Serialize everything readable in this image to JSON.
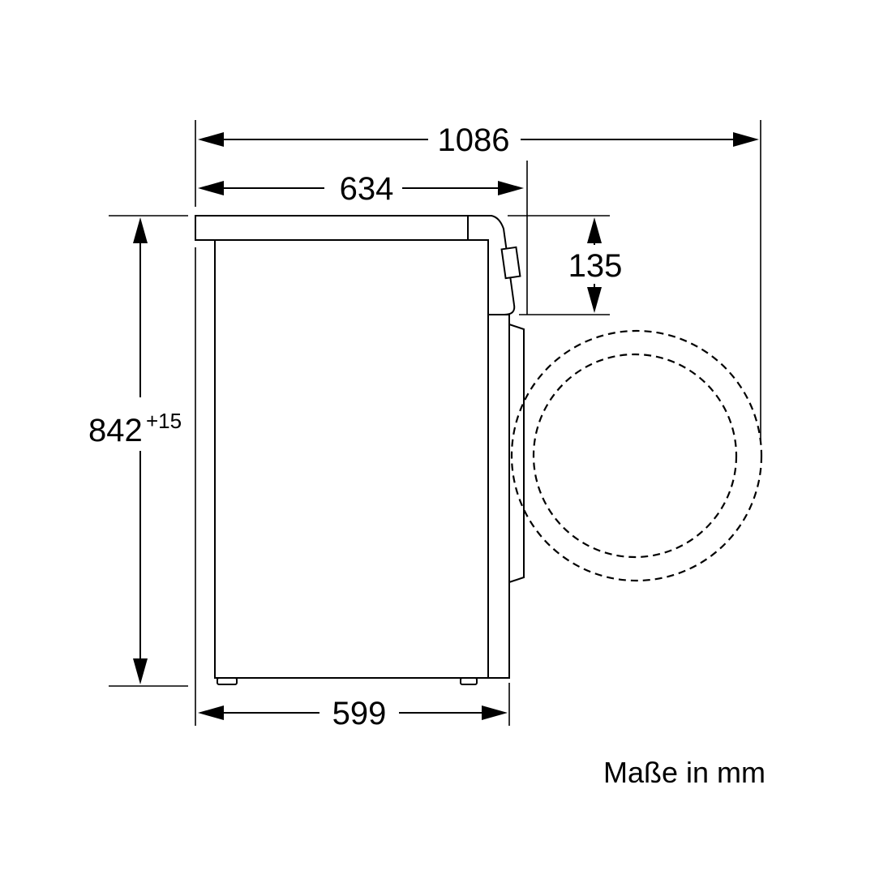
{
  "dimensions": {
    "total_depth": "1086",
    "body_depth": "634",
    "width": "599",
    "height": "842",
    "height_tolerance": "+15",
    "top_offset": "135"
  },
  "units_note": "Maße in mm"
}
